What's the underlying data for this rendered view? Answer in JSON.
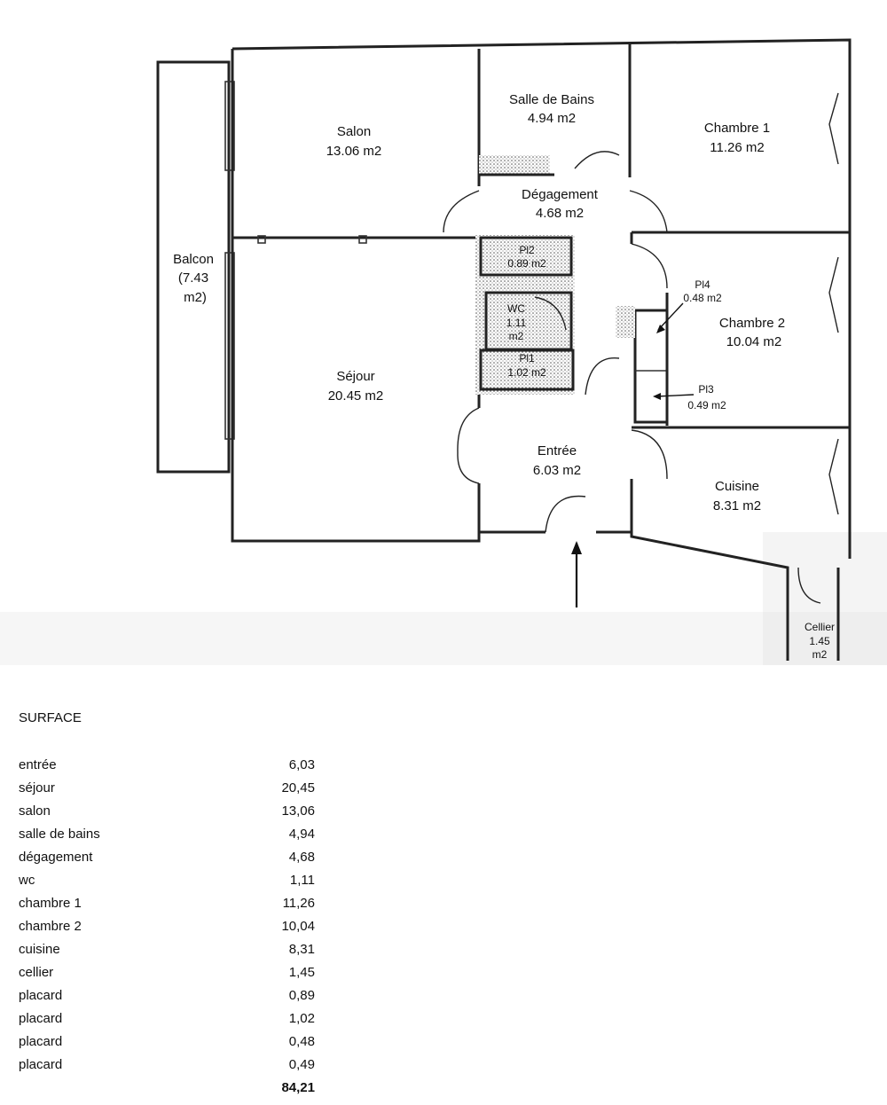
{
  "plan": {
    "rooms": {
      "salon": {
        "name": "Salon",
        "area": "13.06 m2"
      },
      "sdb": {
        "name": "Salle de Bains",
        "area": "4.94 m2"
      },
      "ch1": {
        "name": "Chambre 1",
        "area": "11.26 m2"
      },
      "degagement": {
        "name": "Dégagement",
        "area": "4.68 m2"
      },
      "balcon": {
        "l1": "Balcon",
        "l2": "(7.43",
        "l3": "m2)"
      },
      "pl2": {
        "name": "Pl2",
        "area": "0.89 m2"
      },
      "pl4": {
        "name": "Pl4",
        "area": "0.48 m2"
      },
      "ch2": {
        "name": "Chambre 2",
        "area": "10.04 m2"
      },
      "wc": {
        "name": "WC",
        "l2": "1.11",
        "l3": "m2"
      },
      "sejour": {
        "name": "Séjour",
        "area": "20.45 m2"
      },
      "pl1": {
        "name": "Pl1",
        "area": "1.02 m2"
      },
      "pl3": {
        "name": "Pl3",
        "area": "0.49 m2"
      },
      "entree": {
        "name": "Entrée",
        "area": "6.03 m2"
      },
      "cuisine": {
        "name": "Cuisine",
        "area": "8.31 m2"
      },
      "cellier": {
        "name": "Cellier",
        "l2": "1.45",
        "l3": "m2"
      }
    }
  },
  "surface": {
    "title": "SURFACE",
    "rows": [
      {
        "label": "entrée",
        "value": "6,03"
      },
      {
        "label": "séjour",
        "value": "20,45"
      },
      {
        "label": "salon",
        "value": "13,06"
      },
      {
        "label": "salle de bains",
        "value": "4,94"
      },
      {
        "label": "dégagement",
        "value": "4,68"
      },
      {
        "label": "wc",
        "value": "1,11"
      },
      {
        "label": "chambre 1",
        "value": "11,26"
      },
      {
        "label": "chambre 2",
        "value": "10,04"
      },
      {
        "label": "cuisine",
        "value": "8,31"
      },
      {
        "label": "cellier",
        "value": "1,45"
      },
      {
        "label": "placard",
        "value": "0,89"
      },
      {
        "label": "placard",
        "value": "1,02"
      },
      {
        "label": "placard",
        "value": "0,48"
      },
      {
        "label": "placard",
        "value": "0,49"
      }
    ],
    "total": "84,21"
  }
}
